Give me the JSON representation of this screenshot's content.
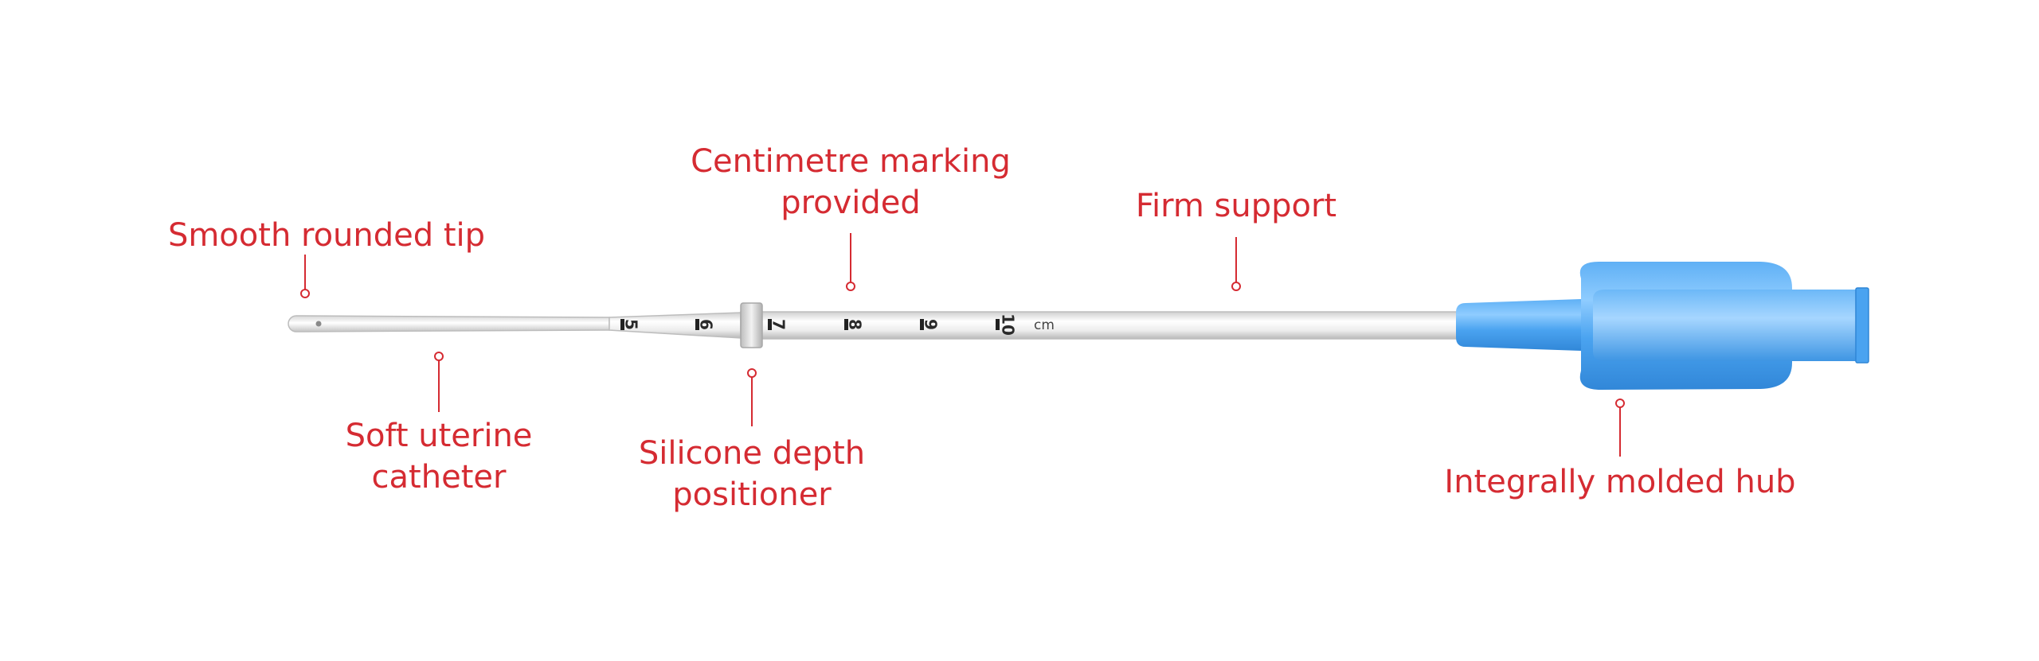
{
  "labels": {
    "tip": "Smooth rounded tip",
    "catheter": [
      "Soft uterine",
      "catheter"
    ],
    "marking": [
      "Centimetre marking",
      "provided"
    ],
    "positioner": [
      "Silicone depth",
      "positioner"
    ],
    "support": "Firm support",
    "hub": "Integrally molded hub"
  },
  "scale": {
    "ticks": [
      "5",
      "6",
      "7",
      "8",
      "9",
      "10"
    ],
    "unit": "cm"
  },
  "colors": {
    "label": "#d52b32",
    "hub": "#4aa3f0",
    "tube": "#e8e8e8"
  }
}
